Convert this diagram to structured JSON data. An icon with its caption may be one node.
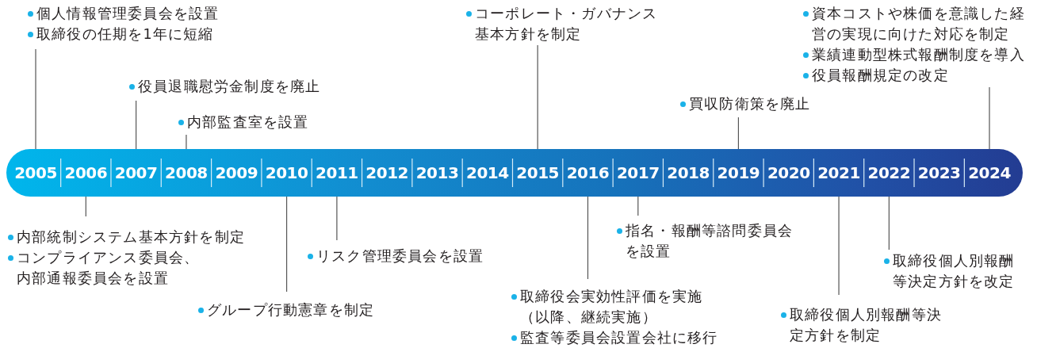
{
  "diagram": {
    "nodes": [
      {
        "text": [
          "2005"
        ]
      },
      {
        "text": [
          "2006"
        ]
      },
      {
        "text": [
          "2007"
        ]
      },
      {
        "text": [
          "2008"
        ]
      },
      {
        "text": [
          "2009"
        ]
      },
      {
        "text": [
          "2010"
        ]
      },
      {
        "text": [
          "2011"
        ]
      },
      {
        "text": [
          "2012"
        ]
      },
      {
        "text": [
          "2013"
        ]
      },
      {
        "text": [
          "2014"
        ]
      },
      {
        "text": [
          "2015"
        ]
      },
      {
        "text": [
          "2016"
        ]
      },
      {
        "text": [
          "2017"
        ]
      },
      {
        "text": [
          "2018"
        ]
      },
      {
        "text": [
          "2019"
        ]
      },
      {
        "text": [
          "2020"
        ]
      },
      {
        "text": [
          "2021"
        ]
      },
      {
        "text": [
          "2022"
        ]
      },
      {
        "text": [
          "2023"
        ]
      },
      {
        "text": [
          "2024"
        ]
      },
      {
        "text": [
          "個人情報管理委員会を設置",
          "取締役の任期を1年に短縮"
        ]
      },
      {
        "text": [
          "役員退職慰労金制度を廃止"
        ]
      },
      {
        "text": [
          "内部監査室を設置"
        ]
      },
      {
        "text": [
          "コーポレート・ガバナンス基本方針を制定"
        ]
      },
      {
        "text": [
          "買収防衛策を廃止"
        ]
      },
      {
        "text": [
          "資本コストや株価を意識した経営の実現に向けた対応を制定",
          "業績連動型株式報酬制度を導入",
          "役員報酬規定の改定"
        ]
      },
      {
        "text": [
          "内部統制システム基本方針を制定",
          "コンプライアンス委員会、内部通報委員会を設置"
        ]
      },
      {
        "text": [
          "グループ行動憲章を制定"
        ]
      },
      {
        "text": [
          "リスク管理委員会を設置"
        ]
      },
      {
        "text": [
          "取締役会実効性評価を実施（以降、継続実施）",
          "監査等委員会設置会社に移行"
        ]
      },
      {
        "text": [
          "指名・報酬等諮問委員会を設置"
        ]
      },
      {
        "text": [
          "取締役個人別報酬等決定方針を制定"
        ]
      },
      {
        "text": [
          "取締役個人別報酬等決定方針を改定"
        ]
      }
    ],
    "edges": [
      {
        "from": 20,
        "to": 0,
        "arrow": "none"
      },
      {
        "from": 21,
        "to": 2,
        "arrow": "none"
      },
      {
        "from": 22,
        "to": 3,
        "arrow": "none"
      },
      {
        "from": 23,
        "to": 10,
        "arrow": "none"
      },
      {
        "from": 24,
        "to": 14,
        "arrow": "none"
      },
      {
        "from": 25,
        "to": 19,
        "arrow": "none"
      },
      {
        "from": 26,
        "to": 1,
        "arrow": "none"
      },
      {
        "from": 27,
        "to": 5,
        "arrow": "none"
      },
      {
        "from": 28,
        "to": 6,
        "arrow": "none"
      },
      {
        "from": 29,
        "to": 11,
        "arrow": "none"
      },
      {
        "from": 30,
        "to": 12,
        "arrow": "none"
      },
      {
        "from": 31,
        "to": 16,
        "arrow": "none"
      },
      {
        "from": 32,
        "to": 17,
        "arrow": "none"
      }
    ]
  }
}
